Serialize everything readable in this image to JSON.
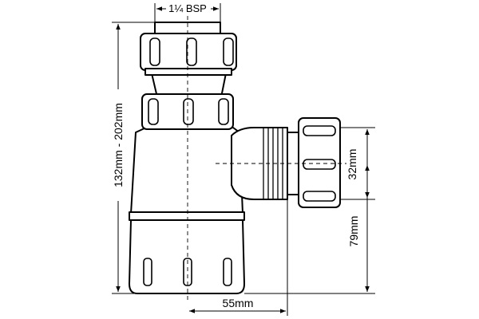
{
  "dimensions": {
    "inlet_thread": "1¼ BSP",
    "total_height": "132mm - 202mm",
    "outlet_diameter": "32mm",
    "outlet_height": "79mm",
    "outlet_reach": "55mm"
  },
  "colors": {
    "line": "#000000",
    "background": "#ffffff"
  }
}
